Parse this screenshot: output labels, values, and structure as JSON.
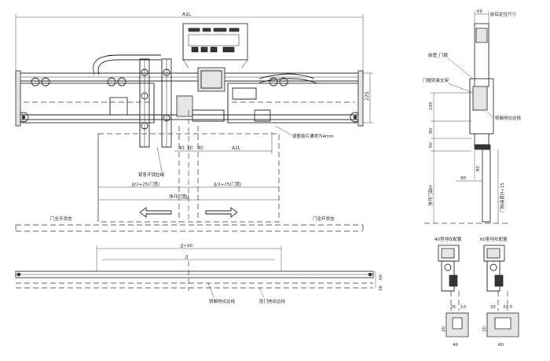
{
  "front_view": {
    "dim_a1l": "A1L",
    "dim_225": "225",
    "dim_40a": "40",
    "dim_50": "50",
    "dim_40b": "40",
    "dim_a2l": "A2L",
    "note_shim": "调整垫片通常为4mm",
    "label_emergency": "紧急开锁拉绳",
    "dim_left_half": "JJ/2+25(门宽)",
    "dim_right_half": "JJ/2+25(门宽)",
    "label_clear_open": "净开门宽JJ",
    "label_full_open_left": "门全开状态",
    "label_full_open_right": "门全开状态"
  },
  "side_view": {
    "dim_60": "60",
    "label_front_limit": "前后定位尺寸",
    "label_front_wall": "前壁_门楣",
    "label_hanger_bracket": "门楣安装支架",
    "dim_125": "125",
    "dim_80a": "80",
    "dim_50": "50",
    "label_sill_line_side": "轿厢地坎边线",
    "dim_80b": "80",
    "dim_90": "90",
    "label_clear_height": "净开门高H",
    "label_hanger_height": "门板高度H+15"
  },
  "bottom_view": {
    "dim_jj50": "JJ+50",
    "dim_jj": "JJ",
    "dim_60": "60",
    "dim_30": "30",
    "label_car_sill_line": "轿厢地坎边线",
    "label_landing_sill_line": "层门地坎边线"
  },
  "details": {
    "title_40": "40型地坎配置",
    "title_60": "60型地坎配置",
    "dim_25": "25",
    "dim_10": "10",
    "dim_32": "32",
    "dim_245": "24.5",
    "dim_20a": "20",
    "dim_40": "40",
    "dim_20b": "20",
    "dim_60": "60"
  }
}
